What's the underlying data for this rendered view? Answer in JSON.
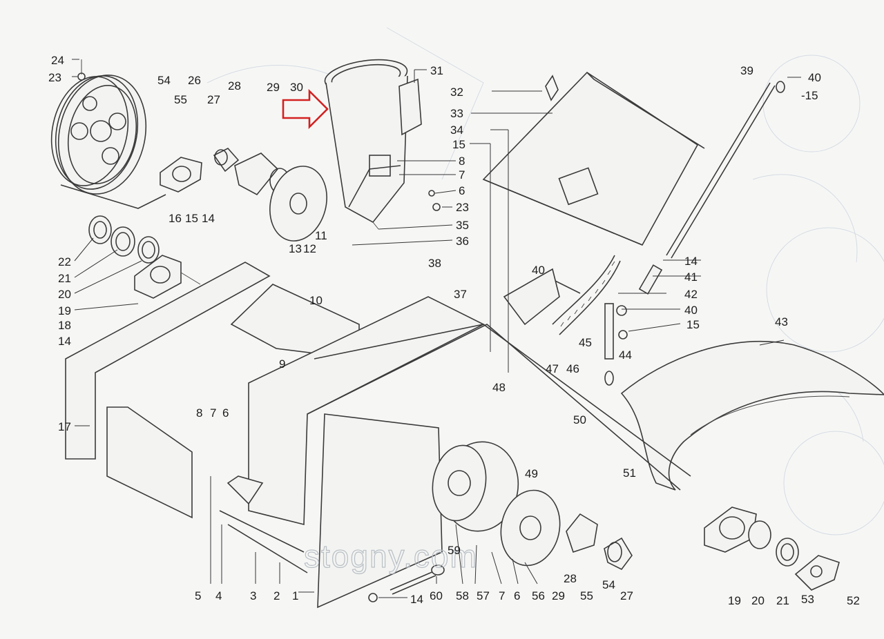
{
  "watermark": "stogny.com",
  "colors": {
    "ink": "#3a3a3a",
    "paper": "#f6f7f5",
    "arrow": "#d32020"
  },
  "highlight": {
    "shape": "outline-arrow",
    "color": "#d32020"
  },
  "labels": {
    "l24": "24",
    "l23a": "23",
    "l54a": "54",
    "l55a": "55",
    "l26": "26",
    "l27a": "27",
    "l28a": "28",
    "l29a": "29",
    "l30": "30",
    "l31": "31",
    "l32": "32",
    "l33": "33",
    "l34": "34",
    "l15a": "15",
    "l8a": "8",
    "l7a": "7",
    "l6a": "6",
    "l23b": "23",
    "l35": "35",
    "l36": "36",
    "l39": "39",
    "l40a": "40",
    "l15b": "-15",
    "l16": "16",
    "l15c": "15",
    "l14a": "14",
    "l11": "11",
    "l13": "13",
    "l12": "12",
    "l10": "10",
    "l22": "22",
    "l21a": "21",
    "l20a": "20",
    "l19a": "19",
    "l18": "18",
    "l14b": "14",
    "l17": "17",
    "l38": "38",
    "l37": "37",
    "l40b": "40",
    "l14c": "14",
    "l41": "41",
    "l42": "42",
    "l40c": "40",
    "l15d": "15",
    "l43": "43",
    "l45": "45",
    "l44": "44",
    "l47": "47",
    "l46": "46",
    "l9": "9",
    "l48": "48",
    "l50": "50",
    "l8b": "8",
    "l7b": "7",
    "l6b": "6",
    "l49": "49",
    "l51": "51",
    "l59": "59",
    "l5": "5",
    "l4": "4",
    "l3": "3",
    "l2": "2",
    "l1": "1",
    "l14d": "14",
    "l60": "60",
    "l58": "58",
    "l57": "57",
    "l7c": "7",
    "l6c": "6",
    "l56": "56",
    "l29b": "29",
    "l55b": "55",
    "l28b": "28",
    "l54b": "54",
    "l27b": "27",
    "l19b": "19",
    "l20b": "20",
    "l21b": "21",
    "l53": "53",
    "l52": "52"
  }
}
